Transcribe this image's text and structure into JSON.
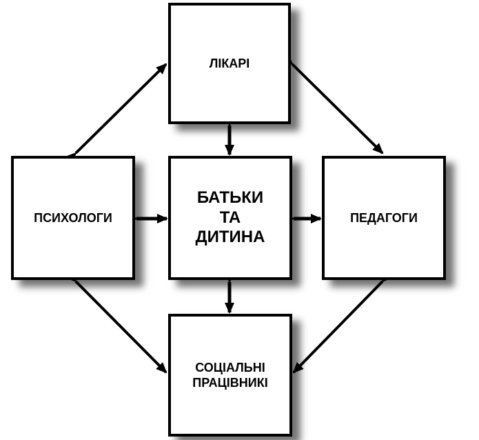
{
  "diagram": {
    "top": "ЛІКАРІ",
    "left": "ПСИХОЛОГИ",
    "center": "БАТЬКИ\nТА\nДИТИНА",
    "right": "ПЕДАГОГИ",
    "bottom": "СОЦІАЛЬНІ\nПРАЦІВНИКІ"
  }
}
